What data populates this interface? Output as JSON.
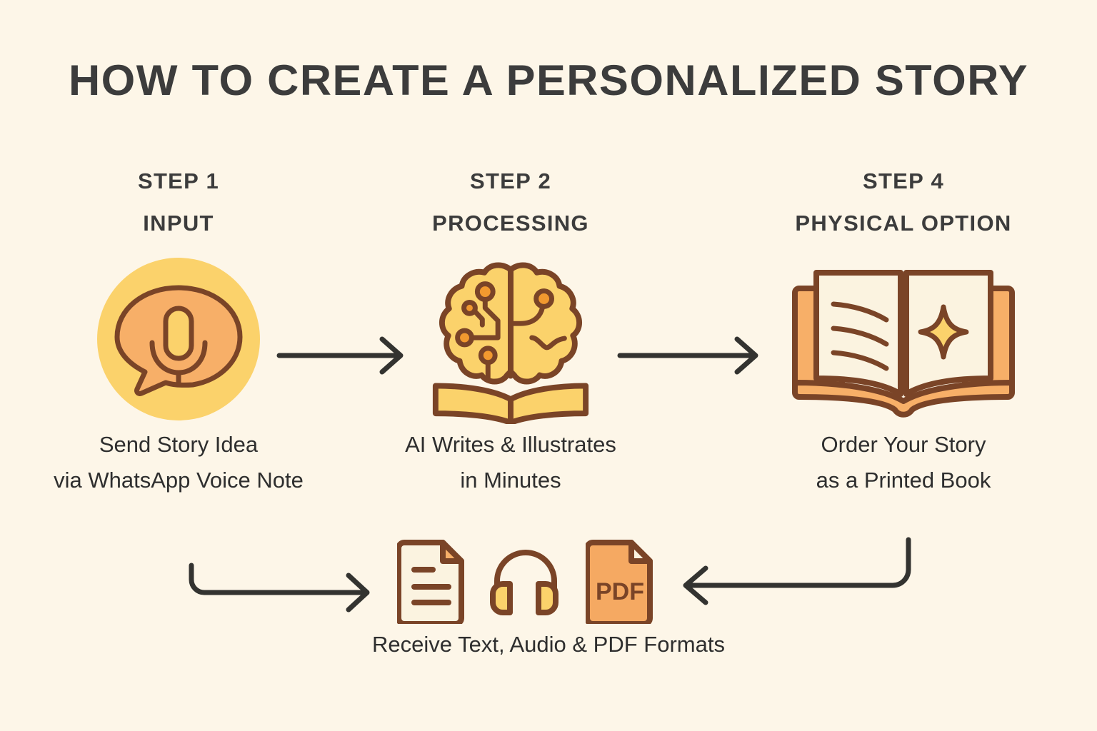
{
  "page": {
    "title": "HOW TO CREATE A PERSONALIZED STORY",
    "background_color": "#FDF6E8",
    "text_color": "#3C3C3C",
    "accent_yellow": "#FACF68",
    "accent_orange": "#F5A962",
    "outline_brown": "#7A4427",
    "paper_cream": "#FBF3E0",
    "arrow_color": "#333330"
  },
  "steps": [
    {
      "number": "STEP 1",
      "name": "INPUT",
      "icon": "microphone-speech-bubble-icon",
      "caption_line_1": "Send Story Idea",
      "caption_line_2": "via WhatsApp Voice Note"
    },
    {
      "number": "STEP 2",
      "name": "PROCESSING",
      "icon": "ai-brain-book-icon",
      "caption_line_1": "AI Writes & Illustrates",
      "caption_line_2": "in Minutes"
    },
    {
      "number": "STEP 4",
      "name": "PHYSICAL OPTION",
      "icon": "open-book-sparkle-icon",
      "caption_line_1": "Order Your Story",
      "caption_line_2": "as a Printed Book"
    }
  ],
  "output_row": {
    "caption": "Receive Text, Audio & PDF Formats",
    "icons": [
      {
        "name": "text-document-icon",
        "label": ""
      },
      {
        "name": "headphones-icon",
        "label": ""
      },
      {
        "name": "pdf-file-icon",
        "label": "PDF"
      }
    ]
  },
  "arrows": [
    {
      "name": "arrow-step1-to-step2",
      "direction": "right"
    },
    {
      "name": "arrow-step2-to-step4",
      "direction": "right"
    },
    {
      "name": "arrow-loop-left-to-outputs",
      "direction": "right"
    },
    {
      "name": "arrow-step4-down-to-outputs",
      "direction": "left"
    }
  ]
}
